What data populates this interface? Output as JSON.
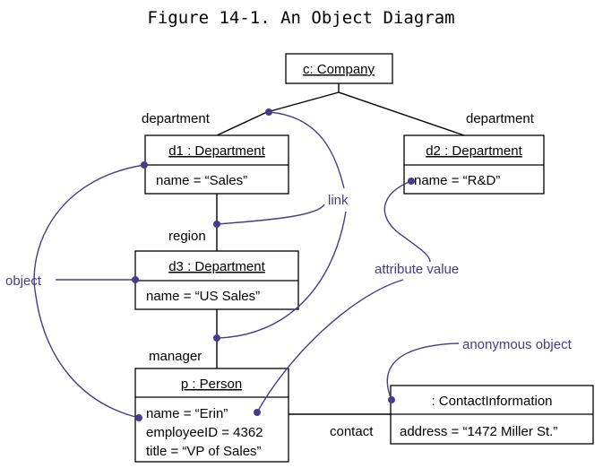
{
  "figure_title": "Figure 14-1. An Object Diagram",
  "objects": {
    "company": {
      "name": "c: Company"
    },
    "d1": {
      "name": "d1 : Department",
      "attributes": [
        "name = “Sales”"
      ]
    },
    "d2": {
      "name": "d2 : Department",
      "attributes": [
        "name = “R&D”"
      ]
    },
    "d3": {
      "name": "d3 : Department",
      "attributes": [
        "name = “US Sales”"
      ]
    },
    "person": {
      "name": "p : Person",
      "attributes": [
        "name = “Erin”",
        "employeeID = 4362",
        "title = “VP of Sales”"
      ]
    },
    "contact_info": {
      "name": ": ContactInformation",
      "attributes": [
        "address = “1472 Miller St.”"
      ]
    }
  },
  "roles": {
    "department_left": "department",
    "department_right": "department",
    "region": "region",
    "manager": "manager",
    "contact": "contact"
  },
  "annotations": {
    "link": "link",
    "object": "object",
    "attribute_value": "attribute value",
    "anonymous_object": "anonymous object"
  },
  "colors": {
    "annotation": "#4b3a8c",
    "lines": "#000000"
  }
}
